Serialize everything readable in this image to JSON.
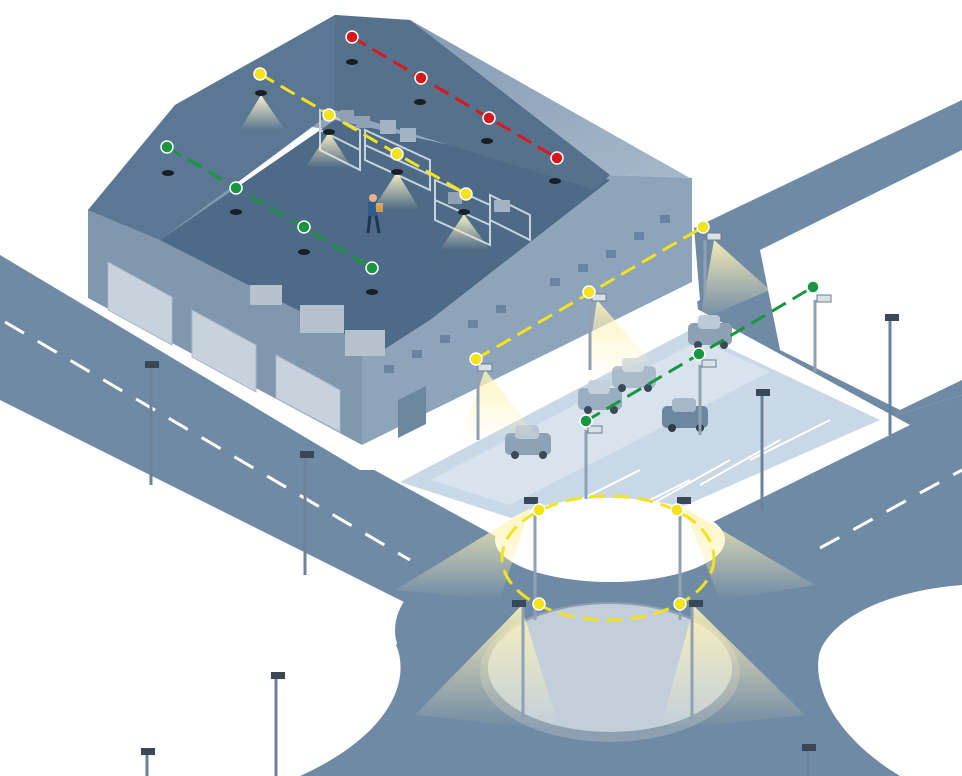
{
  "illustration": {
    "subject": "",
    "colors": {
      "background": "#ffffff",
      "road": "#6f8aa5",
      "road_marking": "#ffffff",
      "warehouse_roof": "#8aa1b8",
      "warehouse_wall": "#7f97ae",
      "warehouse_floor": "#4d6a86",
      "parking_lot": "#c9d8e6",
      "light_beam": "#f6e6a8",
      "group_yellow": "#f2e31b",
      "group_red": "#d7191c",
      "group_green": "#1a9641"
    }
  },
  "lighting_groups": [
    {
      "color": "red",
      "shape": "line",
      "nodes": 4,
      "area": "warehouse"
    },
    {
      "color": "yellow",
      "shape": "line",
      "nodes": 4,
      "area": "warehouse"
    },
    {
      "color": "green",
      "shape": "line",
      "nodes": 4,
      "area": "warehouse"
    },
    {
      "color": "yellow",
      "shape": "line",
      "nodes": 3,
      "area": "parking"
    },
    {
      "color": "green",
      "shape": "line",
      "nodes": 3,
      "area": "parking"
    },
    {
      "color": "yellow",
      "shape": "ring",
      "nodes": 4,
      "area": "roundabout"
    }
  ],
  "icons": [
    "street-light-icon",
    "high-bay-light-icon",
    "car-icon",
    "worker-icon",
    "pallet-rack-icon"
  ]
}
